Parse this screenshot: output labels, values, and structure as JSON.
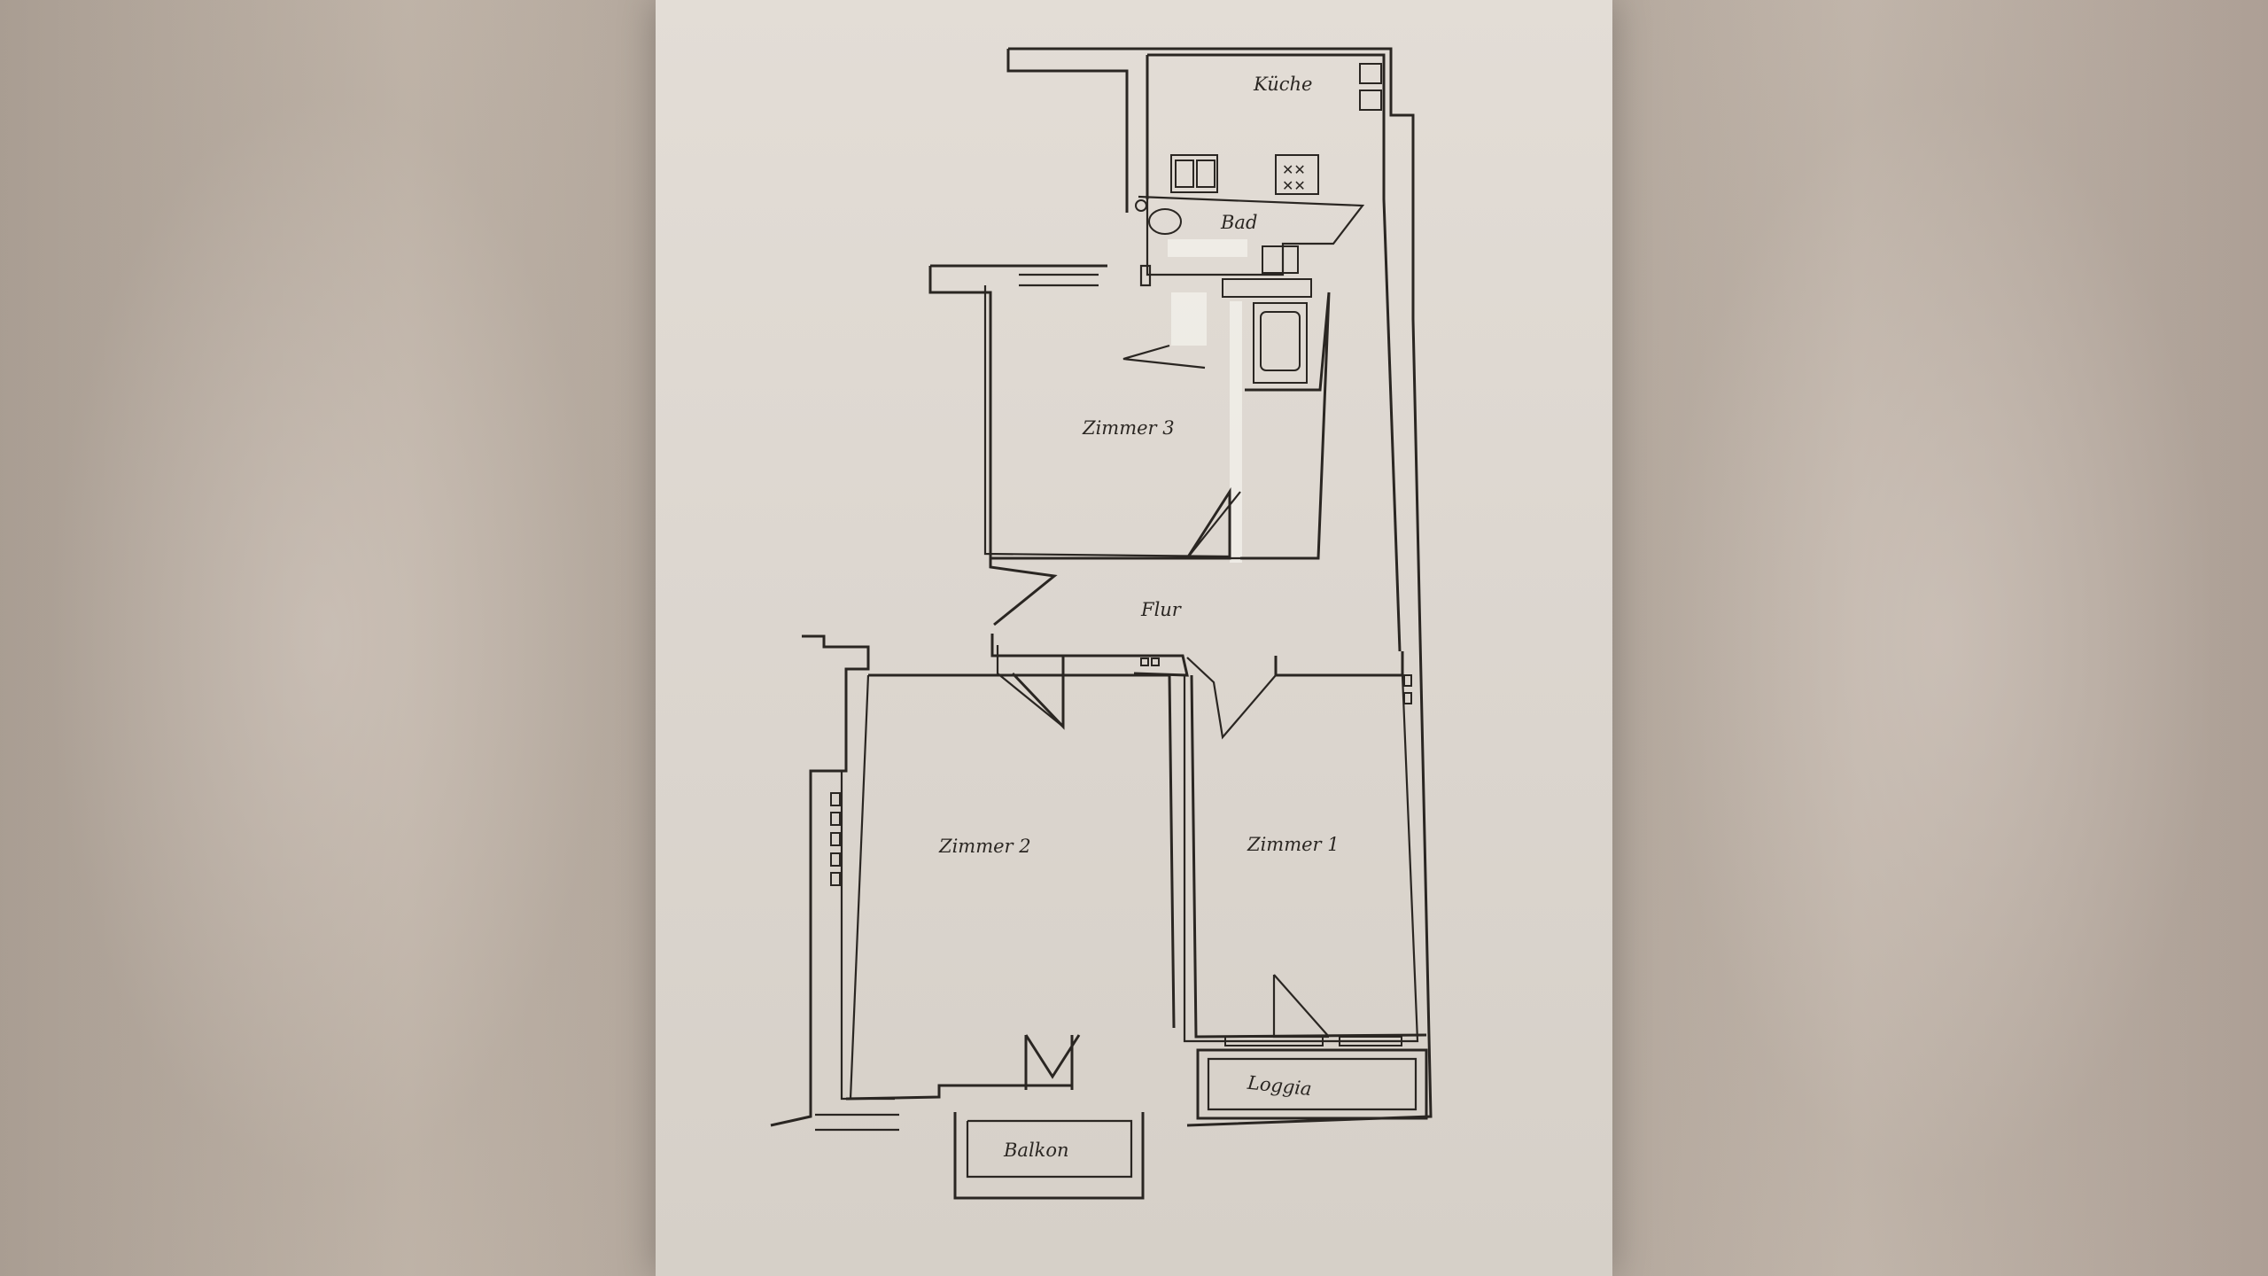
{
  "rooms": {
    "kueche": "Küche",
    "bad": "Bad",
    "zimmer3": "Zimmer 3",
    "flur": "Flur",
    "zimmer2": "Zimmer 2",
    "zimmer1": "Zimmer 1",
    "loggia": "Loggia",
    "balkon": "Balkon"
  },
  "colors": {
    "paper": "#dcd6cf",
    "ink": "#2a2622",
    "backdrop": "#b3a79c"
  }
}
